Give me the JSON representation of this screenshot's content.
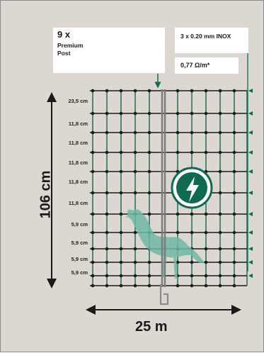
{
  "post_box": {
    "count": "9 x",
    "line1": "Premium",
    "line2": "Post"
  },
  "wire_box": {
    "spec": "3 x 0.20 mm INOX"
  },
  "resistance_box": {
    "value": "0,77 Ω/m*"
  },
  "height": {
    "label": "106 cm"
  },
  "length": {
    "label": "25 m"
  },
  "spacings": [
    "23,5 cm",
    "11,8 cm",
    "11,8 cm",
    "11,8 cm",
    "11,8 cm",
    "11,8 cm",
    "5,9 cm",
    "5,9 cm",
    "5,9 cm",
    "5,9 cm"
  ],
  "colors": {
    "background": "#dcd7d1",
    "mesh": "#0f6a50",
    "knot": "#1a1a1a",
    "post": "#7d7d7d",
    "hen": "#6fb8a6"
  },
  "icons": {
    "warning": "lightning-warning-icon",
    "animal": "hen-silhouette-icon"
  }
}
